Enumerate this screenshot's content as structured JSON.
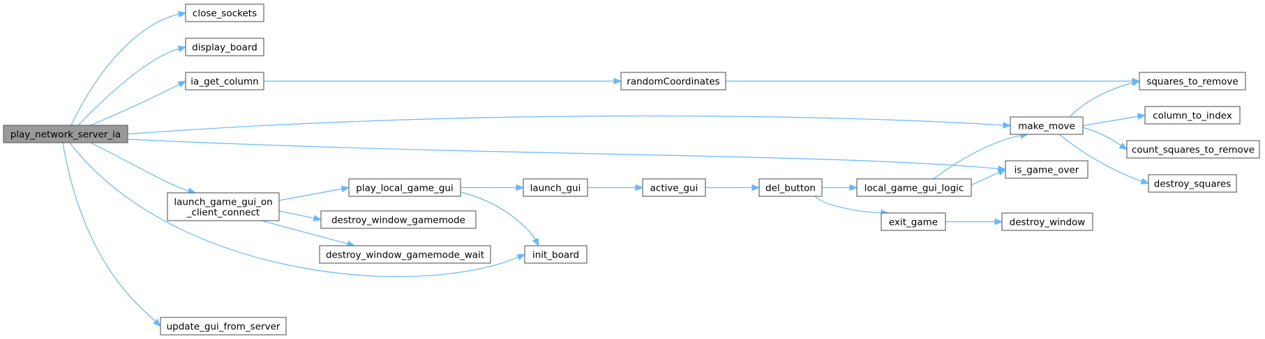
{
  "diagram": {
    "type": "call-graph",
    "colors": {
      "edge": "#63b8ff",
      "node_border": "#666666",
      "root_fill": "#999999",
      "node_fill": "#ffffff"
    },
    "nodes": [
      {
        "id": "play_network_server_ia",
        "label": [
          "play_network_server_ia"
        ],
        "root": true
      },
      {
        "id": "close_sockets",
        "label": [
          "close_sockets"
        ]
      },
      {
        "id": "display_board",
        "label": [
          "display_board"
        ]
      },
      {
        "id": "ia_get_column",
        "label": [
          "ia_get_column"
        ]
      },
      {
        "id": "randomCoordinates",
        "label": [
          "randomCoordinates"
        ]
      },
      {
        "id": "squares_to_remove",
        "label": [
          "squares_to_remove"
        ]
      },
      {
        "id": "make_move",
        "label": [
          "make_move"
        ]
      },
      {
        "id": "column_to_index",
        "label": [
          "column_to_index"
        ]
      },
      {
        "id": "count_squares_to_remove",
        "label": [
          "count_squares_to_remove"
        ]
      },
      {
        "id": "destroy_squares",
        "label": [
          "destroy_squares"
        ]
      },
      {
        "id": "is_game_over",
        "label": [
          "is_game_over"
        ]
      },
      {
        "id": "launch_game_gui_on_client_connect",
        "label": [
          "launch_game_gui_on",
          "_client_connect"
        ]
      },
      {
        "id": "play_local_game_gui",
        "label": [
          "play_local_game_gui"
        ]
      },
      {
        "id": "launch_gui",
        "label": [
          "launch_gui"
        ]
      },
      {
        "id": "active_gui",
        "label": [
          "active_gui"
        ]
      },
      {
        "id": "del_button",
        "label": [
          "del_button"
        ]
      },
      {
        "id": "local_game_gui_logic",
        "label": [
          "local_game_gui_logic"
        ]
      },
      {
        "id": "exit_game",
        "label": [
          "exit_game"
        ]
      },
      {
        "id": "destroy_window",
        "label": [
          "destroy_window"
        ]
      },
      {
        "id": "destroy_window_gamemode",
        "label": [
          "destroy_window_gamemode"
        ]
      },
      {
        "id": "destroy_window_gamemode_wait",
        "label": [
          "destroy_window_gamemode_wait"
        ]
      },
      {
        "id": "init_board",
        "label": [
          "init_board"
        ]
      },
      {
        "id": "update_gui_from_server",
        "label": [
          "update_gui_from_server"
        ]
      }
    ],
    "edges": [
      [
        "play_network_server_ia",
        "close_sockets"
      ],
      [
        "play_network_server_ia",
        "display_board"
      ],
      [
        "play_network_server_ia",
        "ia_get_column"
      ],
      [
        "play_network_server_ia",
        "make_move"
      ],
      [
        "play_network_server_ia",
        "is_game_over"
      ],
      [
        "play_network_server_ia",
        "launch_game_gui_on_client_connect"
      ],
      [
        "play_network_server_ia",
        "init_board"
      ],
      [
        "play_network_server_ia",
        "update_gui_from_server"
      ],
      [
        "ia_get_column",
        "randomCoordinates"
      ],
      [
        "randomCoordinates",
        "squares_to_remove"
      ],
      [
        "make_move",
        "squares_to_remove"
      ],
      [
        "make_move",
        "column_to_index"
      ],
      [
        "make_move",
        "count_squares_to_remove"
      ],
      [
        "make_move",
        "destroy_squares"
      ],
      [
        "launch_game_gui_on_client_connect",
        "play_local_game_gui"
      ],
      [
        "launch_game_gui_on_client_connect",
        "destroy_window_gamemode"
      ],
      [
        "launch_game_gui_on_client_connect",
        "destroy_window_gamemode_wait"
      ],
      [
        "play_local_game_gui",
        "launch_gui"
      ],
      [
        "play_local_game_gui",
        "init_board"
      ],
      [
        "launch_gui",
        "active_gui"
      ],
      [
        "active_gui",
        "del_button"
      ],
      [
        "del_button",
        "local_game_gui_logic"
      ],
      [
        "del_button",
        "exit_game"
      ],
      [
        "local_game_gui_logic",
        "make_move"
      ],
      [
        "local_game_gui_logic",
        "is_game_over"
      ],
      [
        "exit_game",
        "destroy_window"
      ]
    ]
  }
}
